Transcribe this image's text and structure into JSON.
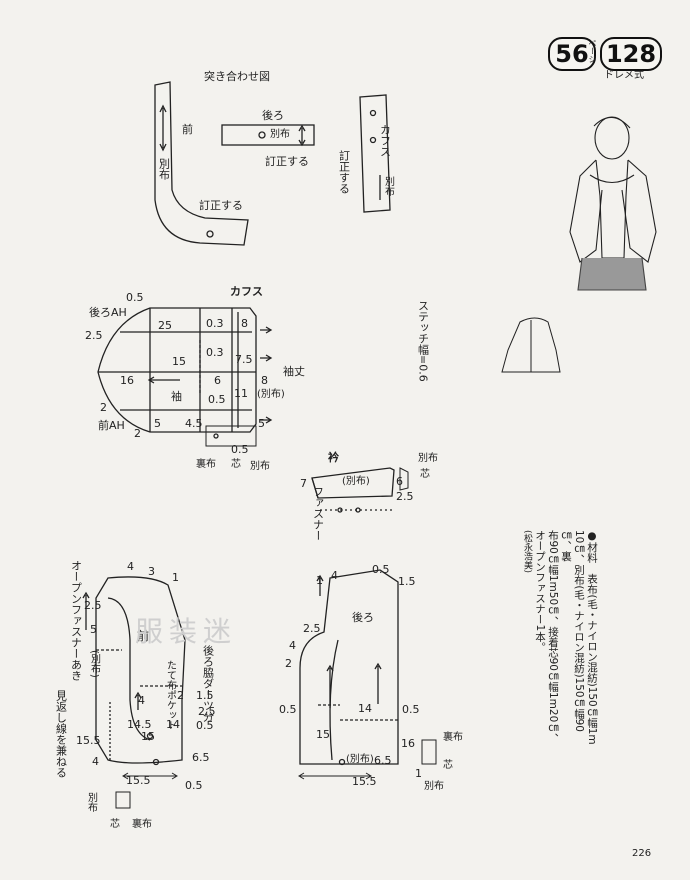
{
  "header": {
    "page_num_left": "56",
    "page_label": "ページ",
    "page_num_right": "128",
    "sizing_system": "ドレメ式"
  },
  "assembly": {
    "title": "突き合わせ図",
    "front": "前",
    "back": "後ろ",
    "cuffs": "カフス",
    "contrast": "別布",
    "correct": "訂正する"
  },
  "sleeve": {
    "cuffs_title": "カフス",
    "back_armhole": "後ろAH",
    "front_armhole": "前AH",
    "sleeve_label": "袖",
    "sleeve_length": "袖丈",
    "contrast_paren": "(別布)",
    "lining": "裏布",
    "interfacing": "芯",
    "contrast": "別布",
    "nums": [
      "0.5",
      "2.5",
      "25",
      "0.3",
      "8",
      "15",
      "0.3",
      "7.5",
      "16",
      "6",
      "8",
      "11",
      "0.5",
      "2",
      "5",
      "4.5",
      "5",
      "2",
      "0.5"
    ]
  },
  "stitch_note": "ステッチ幅=0.6",
  "collar": {
    "title": "衿",
    "contrast_paren": "(別布)",
    "contrast": "別布",
    "interfacing": "芯",
    "fastener": "ファスナー",
    "n6": "6",
    "n25": "2.5",
    "n7": "7"
  },
  "front_bodice": {
    "open_fastener": "オープンファスナーあき",
    "contrast_paren": "(別布)",
    "facing": "見返し線を兼ねる",
    "front": "前",
    "pocket": "たて布ポケット",
    "back_side_dart": "後ろ脇ダーツ分",
    "nums": [
      "4",
      "3",
      "1",
      "2.5",
      "5",
      "4",
      "14.5",
      "15",
      "14",
      "15.5",
      "4",
      "15.5",
      "0.5",
      "6.5",
      "2.5",
      "0.5",
      "1.5",
      "2"
    ]
  },
  "back_bodice": {
    "back": "後ろ",
    "contrast_paren": "(別布)",
    "nums": [
      "1",
      "4",
      "0.5",
      "1.5",
      "2.5",
      "4",
      "2",
      "0.5",
      "14",
      "0.5",
      "15",
      "15.5",
      "6.5",
      "16",
      "1"
    ],
    "lining": "裏布",
    "interfacing": "芯",
    "contrast": "別布"
  },
  "front_parts": {
    "contrast": "別布",
    "interfacing": "芯",
    "lining": "裏布"
  },
  "materials": {
    "lines": [
      "●材料　表布(毛・ナイロン混紡)150㎝幅1m",
      "10㎝、別布(毛・ナイロン混紡)150㎝幅90㎝、裏",
      "布90㎝幅1m50㎝、接着芯90㎝幅1m20㎝、",
      "オープンファスナー1本。"
    ],
    "credit": "(松永浩美)"
  },
  "watermark": "服装迷",
  "page_number": "226"
}
